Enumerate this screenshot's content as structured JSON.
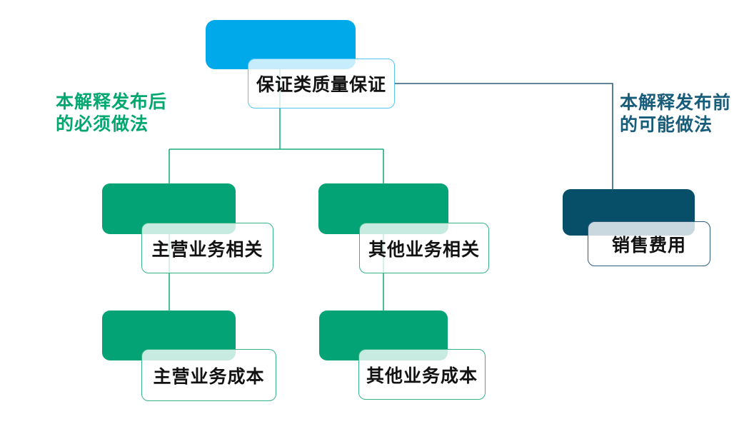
{
  "diagram": {
    "type": "flowchart",
    "background": "#FFFFFF",
    "nodes": {
      "root": {
        "label": "保证类质量保证",
        "shape_color": "#00A9EA",
        "border_color": "#55C5F2"
      },
      "mid_left": {
        "label": "主营业务相关",
        "shape_color": "#04A376",
        "border_color": "#36B484"
      },
      "mid_right": {
        "label": "其他业务相关",
        "shape_color": "#04A376",
        "border_color": "#36B484"
      },
      "sales": {
        "label": "销售费用",
        "shape_color": "#074F68",
        "border_color": "#2F5D7C"
      },
      "bottom_left": {
        "label": "主营业务成本",
        "shape_color": "#04A376",
        "border_color": "#36B484"
      },
      "bottom_right": {
        "label": "其他业务成本",
        "shape_color": "#04A376",
        "border_color": "#36B484"
      }
    },
    "edges": [
      {
        "from": "root",
        "to": "mid_left",
        "color": "#1FAD7C"
      },
      {
        "from": "root",
        "to": "mid_right",
        "color": "#1FAD7C"
      },
      {
        "from": "mid_left",
        "to": "bottom_left",
        "color": "#1FAD7C"
      },
      {
        "from": "mid_right",
        "to": "bottom_right",
        "color": "#1FAD7C"
      },
      {
        "from": "root",
        "to": "sales",
        "color": "#2D5F7D"
      }
    ],
    "captions": {
      "left": {
        "lines": [
          "本解释发布后",
          "的必须做法"
        ],
        "color": "#00A870"
      },
      "right": {
        "lines": [
          "本解释发布前",
          "的可能做法"
        ],
        "color": "#175C7B"
      }
    }
  }
}
